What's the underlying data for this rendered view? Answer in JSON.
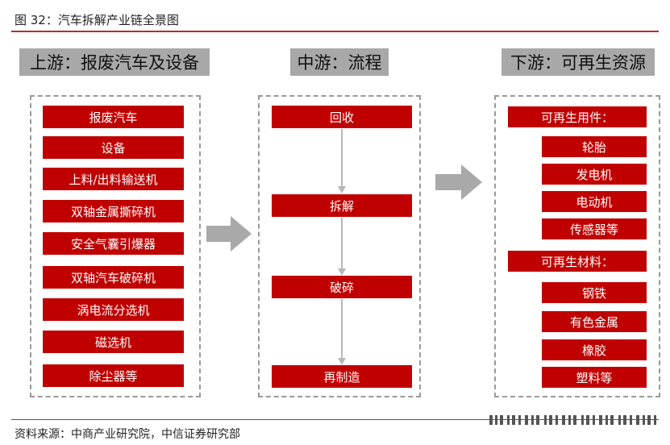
{
  "figure_title": "图 32：汽车拆解产业链全景图",
  "sections": {
    "upstream": {
      "header": "上游：报废汽车及设备",
      "items": [
        "报废汽车",
        "设备",
        "上料/出料输送机",
        "双轴金属撕碎机",
        "安全气囊引爆器",
        "双轴汽车破碎机",
        "涡电流分选机",
        "磁选机",
        "除尘器等"
      ]
    },
    "midstream": {
      "header": "中游：流程",
      "steps": [
        "回收",
        "拆解",
        "破碎",
        "再制造"
      ]
    },
    "downstream": {
      "header": "下游：可再生资源",
      "groups": [
        {
          "title": "可再生用件：",
          "items": [
            "轮胎",
            "发电机",
            "电动机",
            "传感器等"
          ]
        },
        {
          "title": "可再生材料：",
          "items": [
            "钢铁",
            "有色金属",
            "橡胶",
            "塑料等"
          ]
        }
      ]
    }
  },
  "source": "资料来源：中商产业研究院，中信证券研究部",
  "colors": {
    "accent_red": "#c00000",
    "header_gray": "#a8a8a8",
    "rule_red": "#c0272d",
    "arrow_gray": "#a9a9a9"
  }
}
